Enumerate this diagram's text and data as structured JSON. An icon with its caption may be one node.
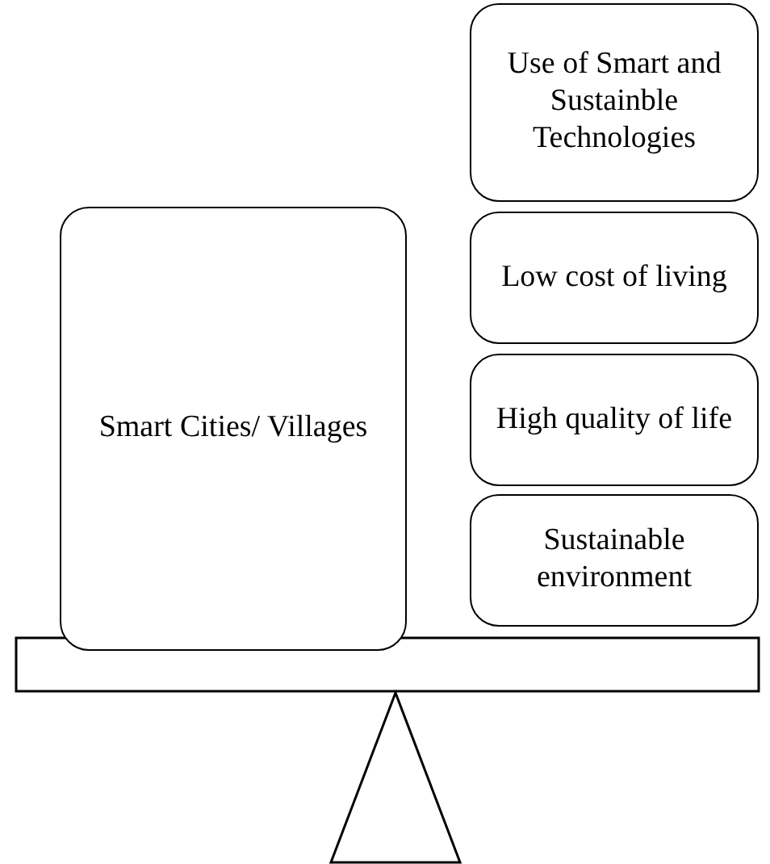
{
  "diagram": {
    "nodes": [
      {
        "text": [
          "Smart Cities/ Villages"
        ]
      },
      {
        "text": [
          "Use of Smart and Sustainble Technologies"
        ]
      },
      {
        "text": [
          "Low cost of living"
        ]
      },
      {
        "text": [
          "High quality of life"
        ]
      },
      {
        "text": [
          "Sustainable environment"
        ]
      }
    ]
  }
}
